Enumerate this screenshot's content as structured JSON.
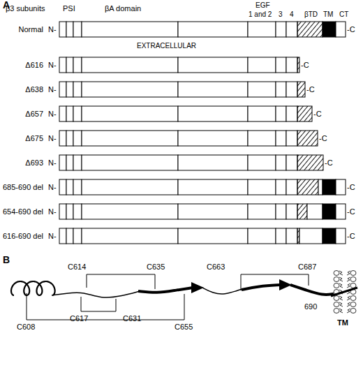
{
  "diagram": {
    "nodes": [
      {
        "text": [
          "Normal"
        ]
      },
      {
        "text": [
          "Δ616"
        ]
      },
      {
        "text": [
          "Δ638"
        ]
      },
      {
        "text": [
          "Δ657"
        ]
      },
      {
        "text": [
          "Δ675"
        ]
      },
      {
        "text": [
          "Δ693"
        ]
      },
      {
        "text": [
          "685-690 del"
        ]
      },
      {
        "text": [
          "654-690 del"
        ]
      },
      {
        "text": [
          "616-690 del"
        ]
      }
    ],
    "labels": [
      "A",
      "β3 subunits",
      "PSI",
      "βA domain",
      "EGF",
      "1 and 2",
      "3",
      "4",
      "βTD",
      "TM",
      "CT",
      "N-",
      "-C",
      "N-",
      "-C",
      "N-",
      "-C",
      "N-",
      "-C",
      "N-",
      "-C",
      "N-",
      "-C",
      "N-",
      "-C",
      "N-",
      "-C",
      "N-",
      "-C",
      "EXTRACELLULAR",
      "B",
      "C614",
      "C635",
      "C608",
      "C617",
      "C631",
      "C655",
      "C663",
      "C687",
      "690",
      "TM"
    ]
  }
}
